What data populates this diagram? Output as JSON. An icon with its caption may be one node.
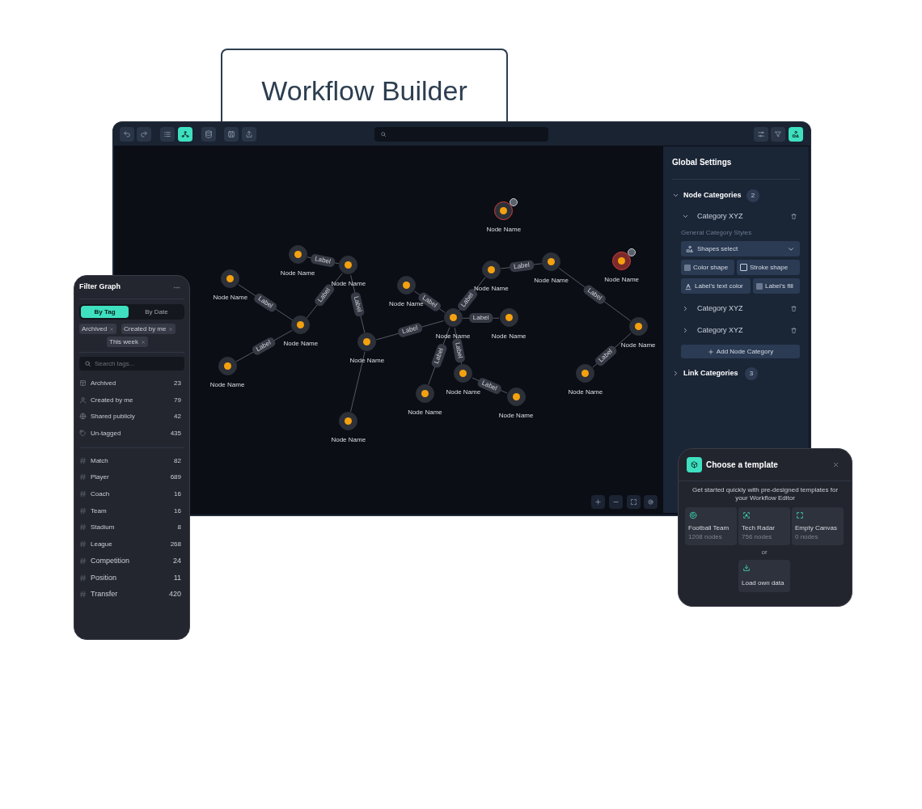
{
  "diagram": {
    "title": "Workflow Builder",
    "nodes": [
      {
        "text": [
          "Node Name"
        ]
      },
      {
        "text": [
          "Node Name"
        ]
      },
      {
        "text": [
          "Node Name"
        ]
      },
      {
        "text": [
          "Node Name"
        ]
      },
      {
        "text": [
          "Node Name"
        ]
      },
      {
        "text": [
          "Node Name"
        ]
      },
      {
        "text": [
          "Node Name"
        ]
      },
      {
        "text": [
          "Node Name"
        ]
      },
      {
        "text": [
          "Node Name"
        ]
      },
      {
        "text": [
          "Node Name"
        ]
      },
      {
        "text": [
          "Node Name"
        ]
      },
      {
        "text": [
          "Node Name"
        ]
      },
      {
        "text": [
          "Node Name"
        ]
      },
      {
        "text": [
          "Node Name"
        ]
      },
      {
        "text": [
          "Node Name"
        ]
      },
      {
        "text": [
          "Node Name"
        ]
      },
      {
        "text": [
          "Node Name"
        ]
      },
      {
        "text": [
          "Node Name"
        ]
      },
      {
        "text": [
          "Node Name"
        ]
      }
    ],
    "edges": [
      {
        "from": 1,
        "to": 4,
        "arrow": "none",
        "label": "Label"
      },
      {
        "from": 4,
        "to": 10,
        "arrow": "none",
        "label": "Label"
      },
      {
        "from": 6,
        "to": 10,
        "arrow": "none",
        "label": "Label"
      },
      {
        "from": 10,
        "to": 13,
        "arrow": "none",
        "label": "Label"
      },
      {
        "from": 4,
        "to": 12,
        "arrow": "none",
        "label": "Label"
      },
      {
        "from": 12,
        "to": 18,
        "arrow": "none"
      },
      {
        "from": 12,
        "to": 8,
        "arrow": "none",
        "label": "Label"
      },
      {
        "from": 7,
        "to": 8,
        "arrow": "none",
        "label": "Label"
      },
      {
        "from": 8,
        "to": 5,
        "arrow": "none",
        "label": "Label"
      },
      {
        "from": 5,
        "to": 2,
        "arrow": "none",
        "label": "Label"
      },
      {
        "from": 8,
        "to": 9,
        "arrow": "none",
        "label": "Label"
      },
      {
        "from": 8,
        "to": 16,
        "arrow": "none",
        "label": "Label"
      },
      {
        "from": 8,
        "to": 14,
        "arrow": "none",
        "label": "Label"
      },
      {
        "from": 14,
        "to": 17,
        "arrow": "none",
        "label": "Label"
      },
      {
        "from": 2,
        "to": 11,
        "arrow": "none",
        "label": "Label"
      },
      {
        "from": 11,
        "to": 15,
        "arrow": "none",
        "label": "Label"
      }
    ],
    "labels": [
      "Global Settings",
      "Node Categories",
      "2",
      "Category XYZ",
      "General Category Styles",
      "Shapes select",
      "Color shape",
      "Stroke shape",
      "Label's text color",
      "Label's fill",
      "Category XYZ",
      "Category XYZ",
      "Add Node Category",
      "Link Categories",
      "3",
      "Filter Graph",
      "By Tag",
      "By Date",
      "Archived",
      "Created by me",
      "This week",
      "Search tags...",
      "Archived",
      "23",
      "Created by me",
      "79",
      "Shared publicly",
      "42",
      "Un-tagged",
      "435",
      "Match",
      "82",
      "Player",
      "689",
      "Coach",
      "16",
      "Team",
      "16",
      "Stadium",
      "8",
      "League",
      "268",
      "Competition",
      "24",
      "Position",
      "11",
      "Transfer",
      "420",
      "Choose a template",
      "Get started quickly with pre-designed templates for your Workflow Editor",
      "Football Team",
      "1208 nodes",
      "Tech Radar",
      "756 nodes",
      "Empty Canvas",
      "0 nodes",
      "or",
      "Load own data"
    ]
  }
}
